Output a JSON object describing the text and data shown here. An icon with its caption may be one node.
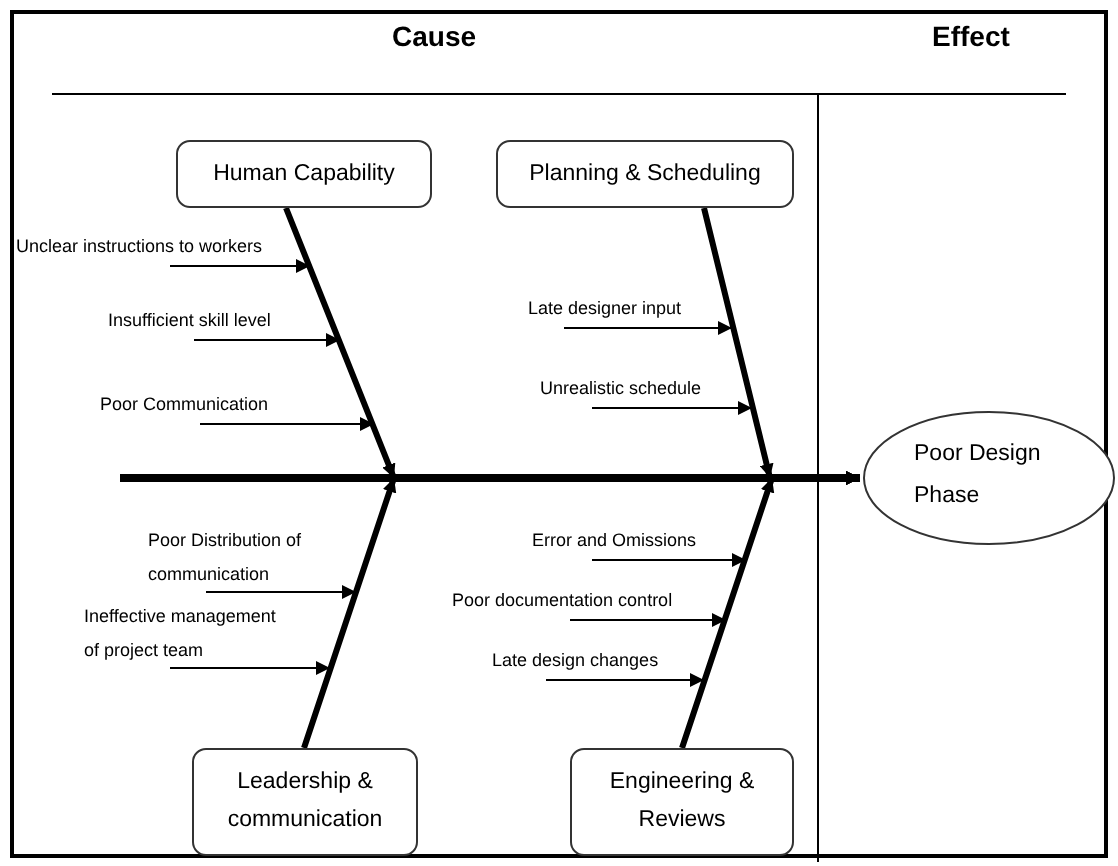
{
  "diagram": {
    "nodes": [
      {
        "text": [
          "Human Capability"
        ]
      },
      {
        "text": [
          "Planning & Scheduling"
        ]
      },
      {
        "text": [
          "Unclear instructions to workers"
        ]
      },
      {
        "text": [
          "Insufficient skill level"
        ]
      },
      {
        "text": [
          "Poor Communication"
        ]
      },
      {
        "text": [
          "Late designer input"
        ]
      },
      {
        "text": [
          "Unrealistic schedule"
        ]
      },
      {
        "text": [
          "Poor Distribution of communication"
        ]
      },
      {
        "text": [
          "Ineffective management of project team"
        ]
      },
      {
        "text": [
          "Error and Omissions"
        ]
      },
      {
        "text": [
          "Poor documentation control"
        ]
      },
      {
        "text": [
          "Late design changes"
        ]
      },
      {
        "text": [
          "Leadership & communication"
        ]
      },
      {
        "text": [
          "Engineering & Reviews"
        ]
      },
      {
        "text": [
          "Poor Design Phase"
        ]
      }
    ],
    "edges": [
      {
        "from": 0,
        "to": 14,
        "arrow": "to",
        "style": "thick"
      },
      {
        "from": 1,
        "to": 14,
        "arrow": "to",
        "style": "thick"
      },
      {
        "from": 12,
        "to": 14,
        "arrow": "to",
        "style": "thick"
      },
      {
        "from": 13,
        "to": 14,
        "arrow": "to",
        "style": "thick"
      },
      {
        "from": null,
        "to": 14,
        "arrow": "to",
        "style": "thick"
      },
      {
        "from": 2,
        "to": null,
        "arrow": "to"
      },
      {
        "from": 3,
        "to": null,
        "arrow": "to"
      },
      {
        "from": 4,
        "to": null,
        "arrow": "to"
      },
      {
        "from": 5,
        "to": null,
        "arrow": "to"
      },
      {
        "from": 6,
        "to": null,
        "arrow": "to"
      },
      {
        "from": 7,
        "to": null,
        "arrow": "to"
      },
      {
        "from": 8,
        "to": null,
        "arrow": "to"
      },
      {
        "from": 9,
        "to": null,
        "arrow": "to"
      },
      {
        "from": 10,
        "to": null,
        "arrow": "to"
      },
      {
        "from": 11,
        "to": null,
        "arrow": "to"
      }
    ],
    "labels": [
      "Cause",
      "Effect"
    ]
  }
}
